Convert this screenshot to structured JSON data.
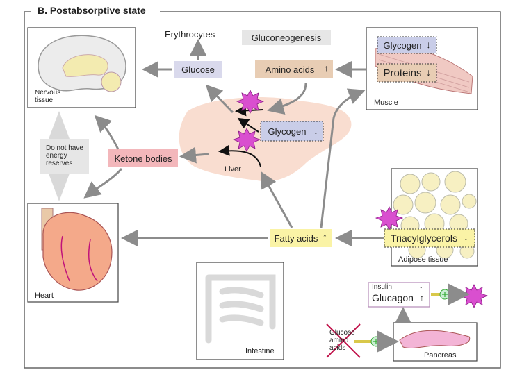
{
  "title": "B. Postabsorptive state",
  "labels": {
    "erythrocytes": "Erythrocytes",
    "glucose": "Glucose",
    "gluconeogenesis": "Gluconeogenesis",
    "amino_acids": "Amino acids",
    "glycogen_muscle": "Glycogen",
    "proteins": "Proteins",
    "muscle": "Muscle",
    "nervous_tissue": "Nervous tissue",
    "glycogen_liver": "Glycogen",
    "no_energy_reserves": "Do not have energy reserves",
    "ketone_bodies": "Ketone bodies",
    "liver": "Liver",
    "heart": "Heart",
    "fatty_acids": "Fatty acids",
    "triacylglycerols": "Triacylglycerols",
    "adipose_tissue": "Adipose tissue",
    "intestine": "Intestine",
    "insulin": "Insulin",
    "glucagon": "Glucagon",
    "glucose_amino_acids": "Glucose amino acids",
    "pancreas": "Pancreas"
  },
  "colors": {
    "glucose_box": "#d9d9ec",
    "amino_box": "#e8cdb4",
    "glycogen_box": "#c9cde8",
    "ketone_box": "#f3b7bb",
    "fatty_box": "#faf3a6",
    "liver": "#f9ddd0",
    "arrow": "#8c8c8c",
    "burst": "#d94fcf"
  }
}
